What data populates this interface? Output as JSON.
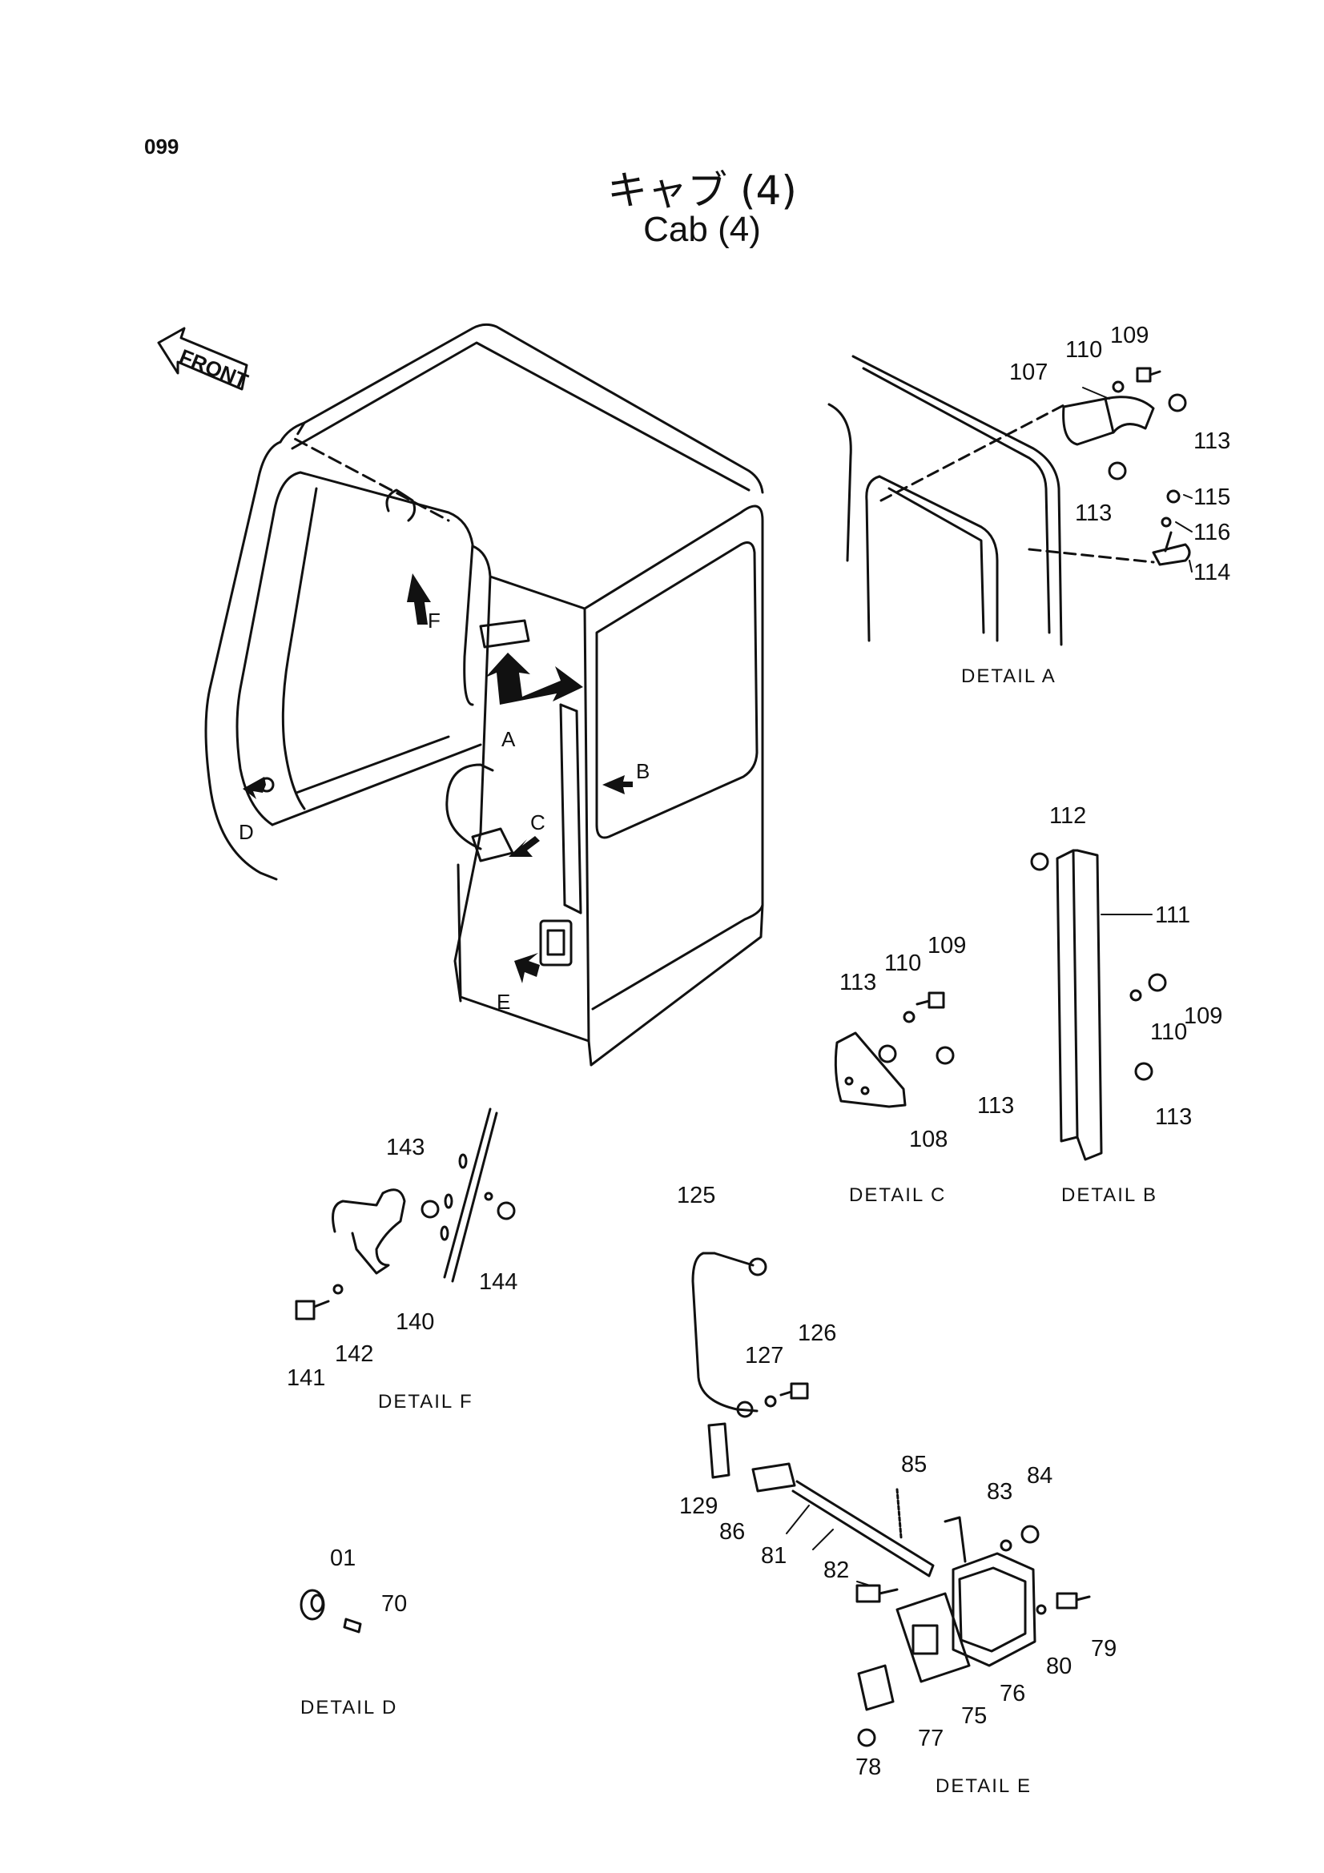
{
  "page_number": "099",
  "title_jp": "キャブ (4)",
  "title_en": "Cab (4)",
  "front_label": "FRONT",
  "view_markers": [
    "A",
    "B",
    "C",
    "D",
    "E",
    "F"
  ],
  "detail_labels": {
    "a": "DETAIL  A",
    "b": "DETAIL  B",
    "c": "DETAIL  C",
    "d": "DETAIL  D",
    "e": "DETAIL  E",
    "f": "DETAIL  F"
  },
  "callouts": {
    "detail_a": [
      "109",
      "110",
      "107",
      "113",
      "113",
      "115",
      "116",
      "114"
    ],
    "detail_b": [
      "112",
      "111",
      "109",
      "110",
      "113"
    ],
    "detail_c": [
      "109",
      "110",
      "113",
      "113",
      "108"
    ],
    "detail_d": [
      "01",
      "70"
    ],
    "detail_e": [
      "125",
      "126",
      "127",
      "129",
      "85",
      "86",
      "81",
      "82",
      "83",
      "84",
      "79",
      "80",
      "76",
      "75",
      "77",
      "78"
    ],
    "detail_f": [
      "143",
      "144",
      "140",
      "142",
      "141"
    ]
  }
}
